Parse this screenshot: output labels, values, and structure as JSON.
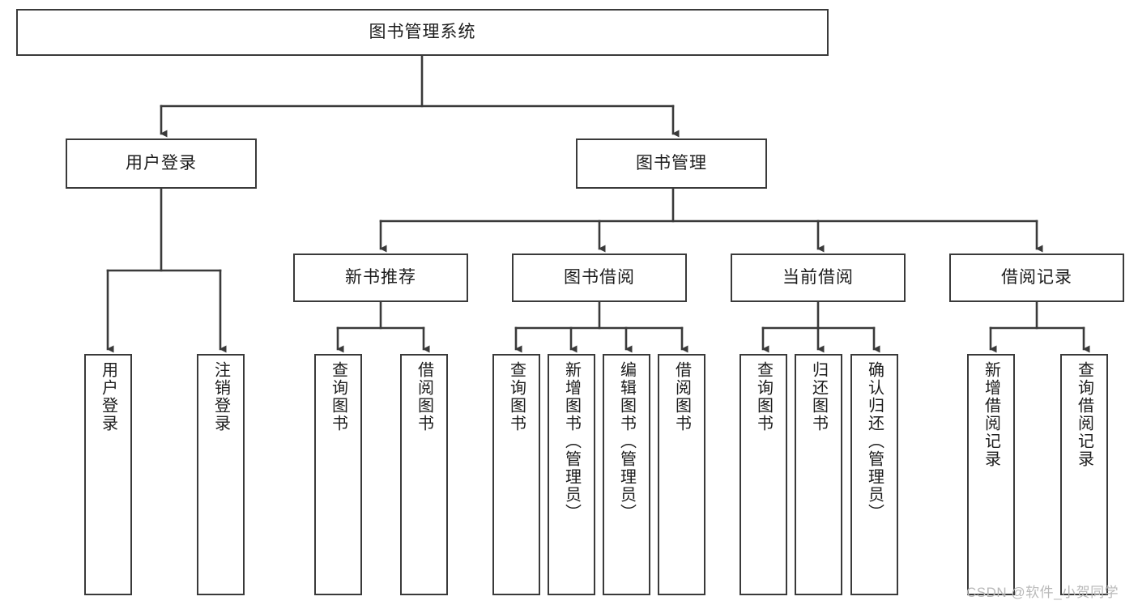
{
  "diagram": {
    "type": "tree",
    "title": "图书管理系统",
    "orientation": "top-down",
    "colors": {
      "box_border": "#3a3a3a",
      "box_fill": "#ffffff",
      "connector": "#3a3a3a",
      "text": "#1c1c1c",
      "watermark": "#b9b9b9",
      "background": "#ffffff"
    }
  },
  "root": {
    "id": "root",
    "label": "图书管理系统"
  },
  "level2": [
    {
      "id": "user-login",
      "label": "用户登录"
    },
    {
      "id": "book-manage",
      "label": "图书管理"
    }
  ],
  "level3": [
    {
      "id": "new-book-recommend",
      "label": "新书推荐",
      "parent": "book-manage"
    },
    {
      "id": "book-borrow",
      "label": "图书借阅",
      "parent": "book-manage"
    },
    {
      "id": "current-borrow",
      "label": "当前借阅",
      "parent": "book-manage"
    },
    {
      "id": "borrow-record",
      "label": "借阅记录",
      "parent": "book-manage"
    }
  ],
  "leaves": [
    {
      "id": "leaf-user-login",
      "label": "用户登录",
      "parent": "user-login"
    },
    {
      "id": "leaf-user-logout",
      "label": "注销登录",
      "parent": "user-login"
    },
    {
      "id": "leaf-query-book-rec",
      "label": "查询图书",
      "parent": "new-book-recommend"
    },
    {
      "id": "leaf-borrow-book-rec",
      "label": "借阅图书",
      "parent": "new-book-recommend"
    },
    {
      "id": "leaf-query-book-borrow",
      "label": "查询图书",
      "parent": "book-borrow"
    },
    {
      "id": "leaf-add-book-admin",
      "label": "新增图书（管理员）",
      "parent": "book-borrow"
    },
    {
      "id": "leaf-edit-book-admin",
      "label": "编辑图书（管理员）",
      "parent": "book-borrow"
    },
    {
      "id": "leaf-borrow-book",
      "label": "借阅图书",
      "parent": "book-borrow"
    },
    {
      "id": "leaf-query-book-cur",
      "label": "查询图书",
      "parent": "current-borrow"
    },
    {
      "id": "leaf-return-book",
      "label": "归还图书",
      "parent": "current-borrow"
    },
    {
      "id": "leaf-confirm-return-admin",
      "label": "确认归还（管理员）",
      "parent": "current-borrow"
    },
    {
      "id": "leaf-add-record",
      "label": "新增借阅记录",
      "parent": "borrow-record"
    },
    {
      "id": "leaf-query-record",
      "label": "查询借阅记录",
      "parent": "borrow-record"
    }
  ],
  "watermark": {
    "text": "CSDN @软件_小贺同学"
  }
}
